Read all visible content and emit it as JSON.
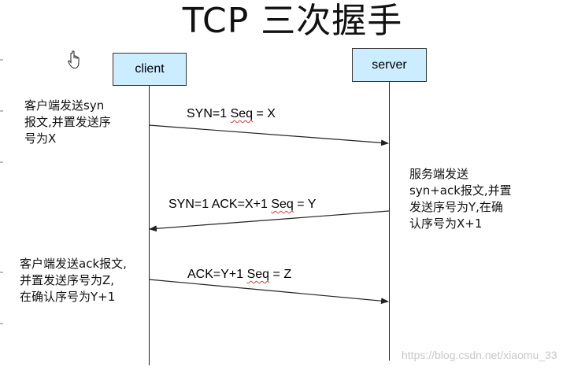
{
  "title": "TCP 三次握手",
  "actors": {
    "client": "client",
    "server": "server"
  },
  "notes": {
    "client_syn": [
      "客户端发送syn",
      "报文,并置发送序",
      "号为X"
    ],
    "server_synack": [
      "服务端发送",
      "syn+ack报文,并置",
      "发送序号为Y,在确",
      "认序号为X+1"
    ],
    "client_ack": [
      "客户端发送ack报文,",
      "并置发送序号为Z,",
      "在确认序号为Y+1"
    ]
  },
  "messages": {
    "m1": {
      "a": "SYN=1  ",
      "b": "Seq",
      "c": " = X"
    },
    "m2": {
      "a": "SYN=1  ACK=X+1 ",
      "b": "Seq",
      "c": " = Y"
    },
    "m3": {
      "a": "ACK=Y+1 ",
      "b": "Seq",
      "c": " = Z"
    }
  },
  "watermark": "https://blog.csdn.net/xiaomu_33",
  "colors": {
    "actor_fill": "#ccecff",
    "line": "#222222",
    "watermark": "#c8c8c8"
  },
  "icons": {
    "cursor": "hand-pointer-icon"
  }
}
